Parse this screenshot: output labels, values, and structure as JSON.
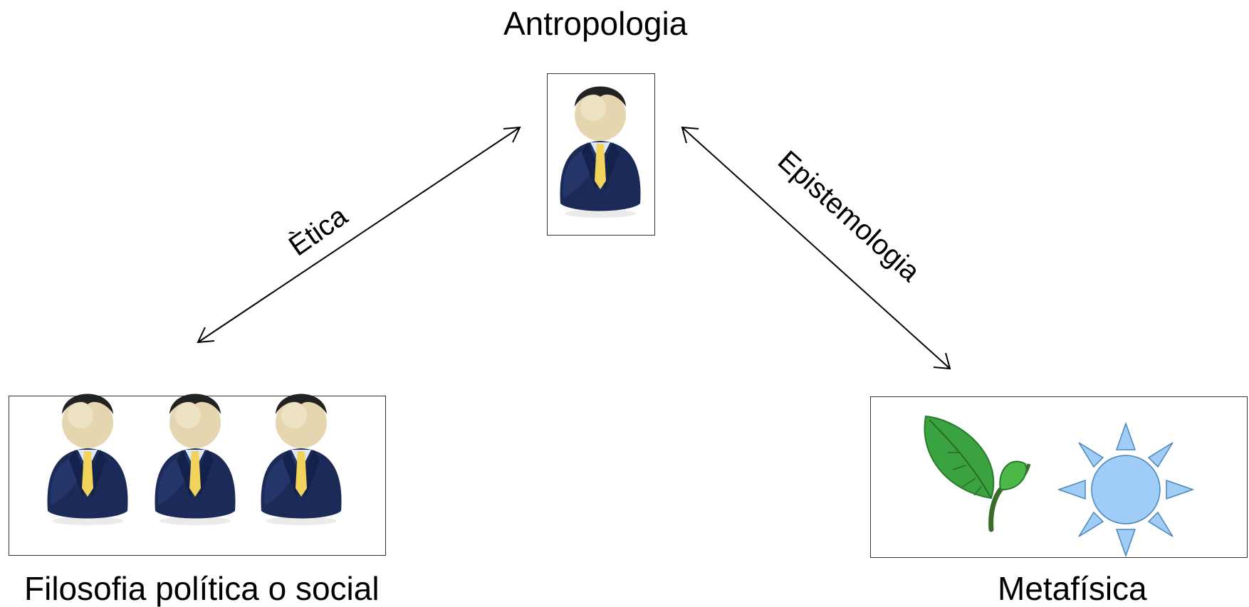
{
  "nodes": {
    "top": {
      "label": "Antropologia",
      "icon": "person-icon"
    },
    "left": {
      "label": "Filosofia política o social",
      "icon": "group-of-people-icon"
    },
    "right": {
      "label": "Metafísica",
      "icons": [
        "leaf-icon",
        "sun-icon"
      ]
    }
  },
  "edges": {
    "left_top": {
      "label": "Ètica"
    },
    "top_right": {
      "label": "Epistemologia"
    }
  },
  "colors": {
    "suit": "#1b2a57",
    "tie": "#f1d35c",
    "face": "#e5d6b0",
    "hair": "#222222",
    "leaf": "#3aa23f",
    "sun": "#9fcdf8",
    "sun_stroke": "#4a86b8"
  }
}
